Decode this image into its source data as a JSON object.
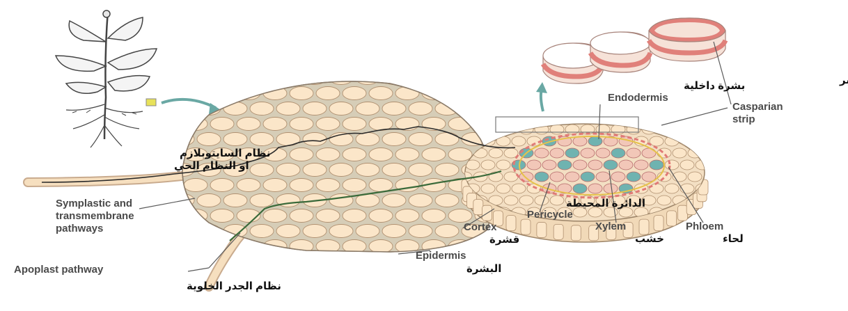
{
  "labels": {
    "arabic_symplast": "نظام السايتوبلازم",
    "arabic_symplast_2": "او النظام الحي",
    "symplastic_1": "Symplastic and",
    "symplastic_2": "transmembrane",
    "symplastic_3": "pathways",
    "apoplast": "Apoplast pathway",
    "arabic_apoplast": "نظام الجدر الخلوية",
    "epidermis": "Epidermis",
    "arabic_epidermis": "البشرة",
    "cortex": "Cortex",
    "arabic_cortex": "قشرة",
    "arabic_pericycle": "الدائرة المحيطة",
    "pericycle": "Pericycle",
    "xylem": "Xylem",
    "arabic_xylem": "خشب",
    "phloem": "Phloem",
    "arabic_phloem": "لحاء",
    "arabic_endodermis": "بشرة داخلية",
    "endodermis": "Endodermis",
    "arabic_casparian": "شريط كاسبر",
    "casparian_1": "Casparian",
    "casparian_2": "strip"
  },
  "colors": {
    "cell_fill": "#fbe6c9",
    "cell_stroke": "#b09070",
    "casparian": "#e0807a",
    "stele": "#6fb3b0",
    "pathway": "#2f5a2f",
    "arrow": "#6aa8a4",
    "callout": "#5a5a5a"
  }
}
